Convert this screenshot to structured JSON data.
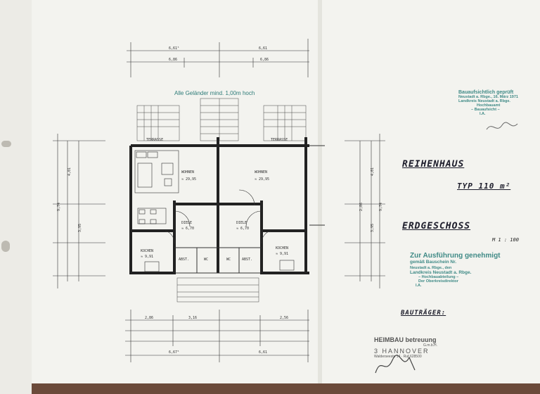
{
  "plan": {
    "note_top": "Alle Geländer mind. 1,00m hoch",
    "rooms": {
      "terrace": "TERRASSE",
      "wohnen": "WOHNEN",
      "wohnen_area": "≈ 29,95",
      "diele": "DIELE",
      "diele_area": "≈ 6,70",
      "kochen": "KOCHEN",
      "kochen_area": "≈ 9,91",
      "wc": "WC",
      "abst": "ABST."
    },
    "dims_top": [
      "6,61⁵",
      "6,61",
      "6,86",
      "6,86"
    ],
    "dims_bottom": [
      "6,67⁵",
      "6,61",
      "2,86",
      "3,16",
      "2,56"
    ]
  },
  "title_block": {
    "house": "REIHENHAUS",
    "type": "TYP 110 m²",
    "floor": "ERDGESCHOSS",
    "scale": "M 1 : 100",
    "bauherr": "BAUTRÄGER:"
  },
  "stamp_top": {
    "line1": "Bauaufsichtlich geprüft",
    "line2": "Neustadt a. Rbge., 16. März 1971",
    "line3": "Landkreis Neustadt a. Rbge.",
    "line4": "Hochbauamt",
    "line5": "– Bauaufsicht –",
    "line6": "I.A."
  },
  "stamp_mid": {
    "line1": "Zur Ausführung genehmigt",
    "line2": "gemäß Bauschein Nr.",
    "line3": "Neustadt a. Rbge., den",
    "line4": "Landkreis Neustadt a. Rbge.",
    "line5": "– Hochbauabteilung –",
    "line6": "Der Oberkreisdirektor",
    "line7": "I.A."
  },
  "stamp_company": {
    "line1": "HEIMBAU betreuung",
    "line2": "G.m.b.H.",
    "line3": "3 HANNOVER",
    "line4": "Walderseestr. 14 · Ruf 628500"
  }
}
